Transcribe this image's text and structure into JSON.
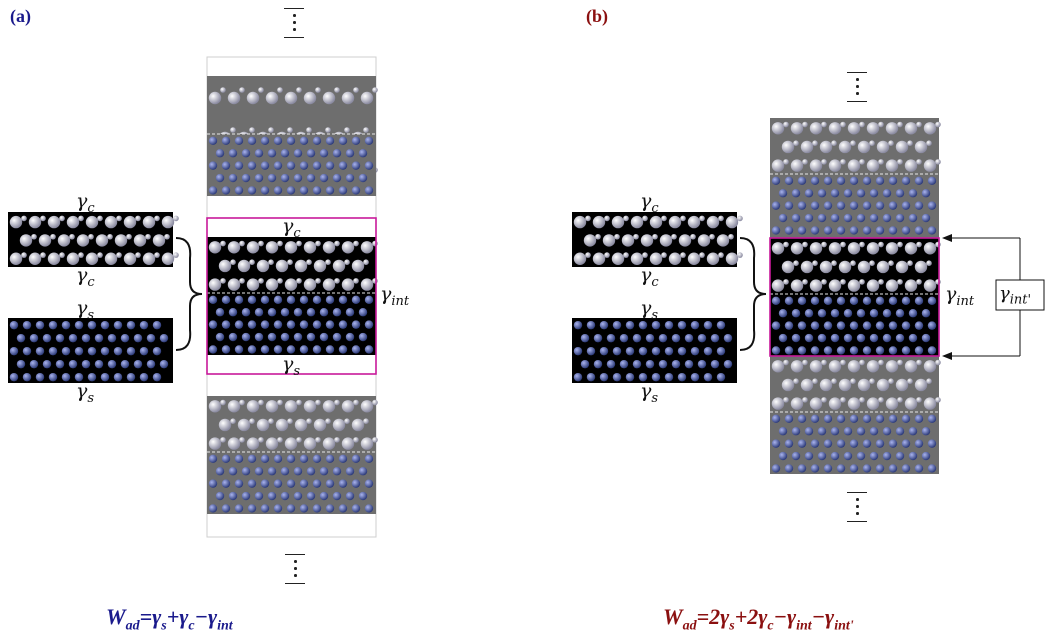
{
  "panel_a": {
    "label": "(a)",
    "gamma_c_top": "γ",
    "gamma_c_top_sub": "c",
    "gamma_c_bottom": "γ",
    "gamma_c_bottom_sub": "c",
    "gamma_s_top": "γ",
    "gamma_s_top_sub": "s",
    "gamma_s_bottom": "γ",
    "gamma_s_bottom_sub": "s",
    "stack_gamma_c": "γ",
    "stack_gamma_c_sub": "c",
    "stack_gamma_s": "γ",
    "stack_gamma_s_sub": "s",
    "gamma_int": "γ",
    "gamma_int_sub": "int",
    "equation": {
      "w": "W",
      "w_sub": "ad",
      "body1": "=γ",
      "s": "s",
      "body2": "+γ",
      "c": "c",
      "body3": "−γ",
      "int": "int"
    }
  },
  "panel_b": {
    "label": "(b)",
    "gamma_c_top": "γ",
    "gamma_c_top_sub": "c",
    "gamma_c_bottom": "γ",
    "gamma_c_bottom_sub": "c",
    "gamma_s_top": "γ",
    "gamma_s_top_sub": "s",
    "gamma_s_bottom": "γ",
    "gamma_s_bottom_sub": "s",
    "gamma_int": "γ",
    "gamma_int_sub": "int",
    "gamma_int_prime": "γ",
    "gamma_int_prime_sub": "int'",
    "equation": {
      "w": "W",
      "w_sub": "ad",
      "body1": "=2γ",
      "s": "s",
      "body2": "+2γ",
      "c": "c",
      "body3": "−γ",
      "int": "int",
      "body4": "−γ",
      "int2": "int'"
    }
  },
  "colors": {
    "panel_a_label": "#1a1a8c",
    "panel_b_label": "#8b1010",
    "equation_a": "#1a1a8c",
    "equation_b": "#8b1010",
    "frame": "#c8199a",
    "slab_gray": "#6e6e6e",
    "ceramic_atom": "#d8d8e6",
    "substrate_atom": "#6a78b8"
  }
}
